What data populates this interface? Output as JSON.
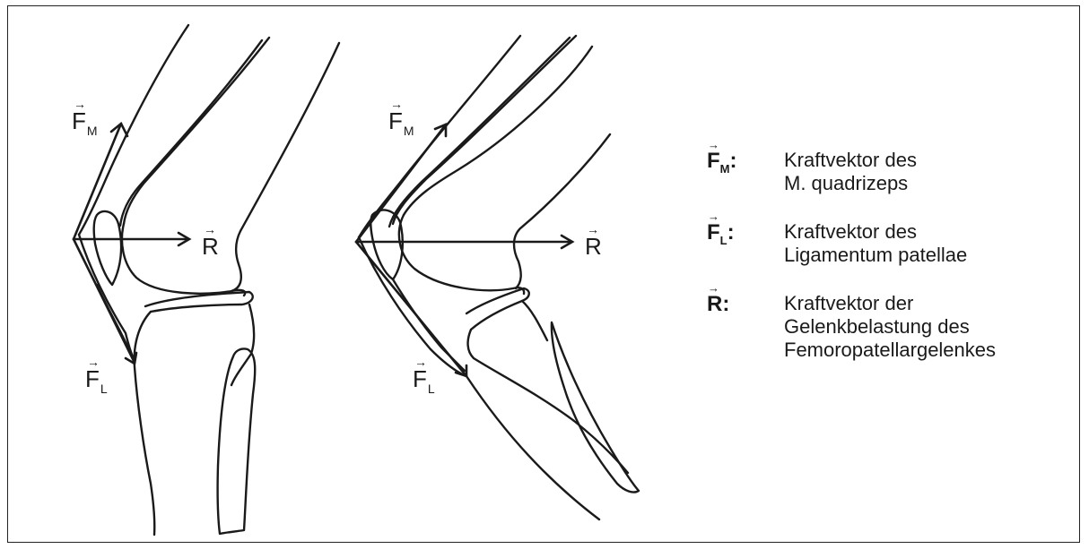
{
  "figure": {
    "left_knee": {
      "label_fm": {
        "main": "F",
        "sub": "M"
      },
      "label_fl": {
        "main": "F",
        "sub": "L"
      },
      "label_r": {
        "main": "R"
      }
    },
    "right_knee": {
      "label_fm": {
        "main": "F",
        "sub": "M"
      },
      "label_fl": {
        "main": "F",
        "sub": "L"
      },
      "label_r": {
        "main": "R"
      }
    },
    "vector_accent": "→",
    "line_color": "#1a1a1a",
    "background_color": "#ffffff"
  },
  "legend": {
    "items": [
      {
        "symbol": "F",
        "sub": "M",
        "suffix": ":",
        "lines": [
          "Kraftvektor des",
          "M. quadrizeps"
        ]
      },
      {
        "symbol": "F",
        "sub": "L",
        "suffix": ":",
        "lines": [
          "Kraftvektor des",
          "Ligamentum patellae"
        ]
      },
      {
        "symbol": "R",
        "sub": "",
        "suffix": ":",
        "lines": [
          "Kraftvektor der",
          "Gelenkbelastung des",
          "Femoropatellargelenkes"
        ]
      }
    ]
  }
}
